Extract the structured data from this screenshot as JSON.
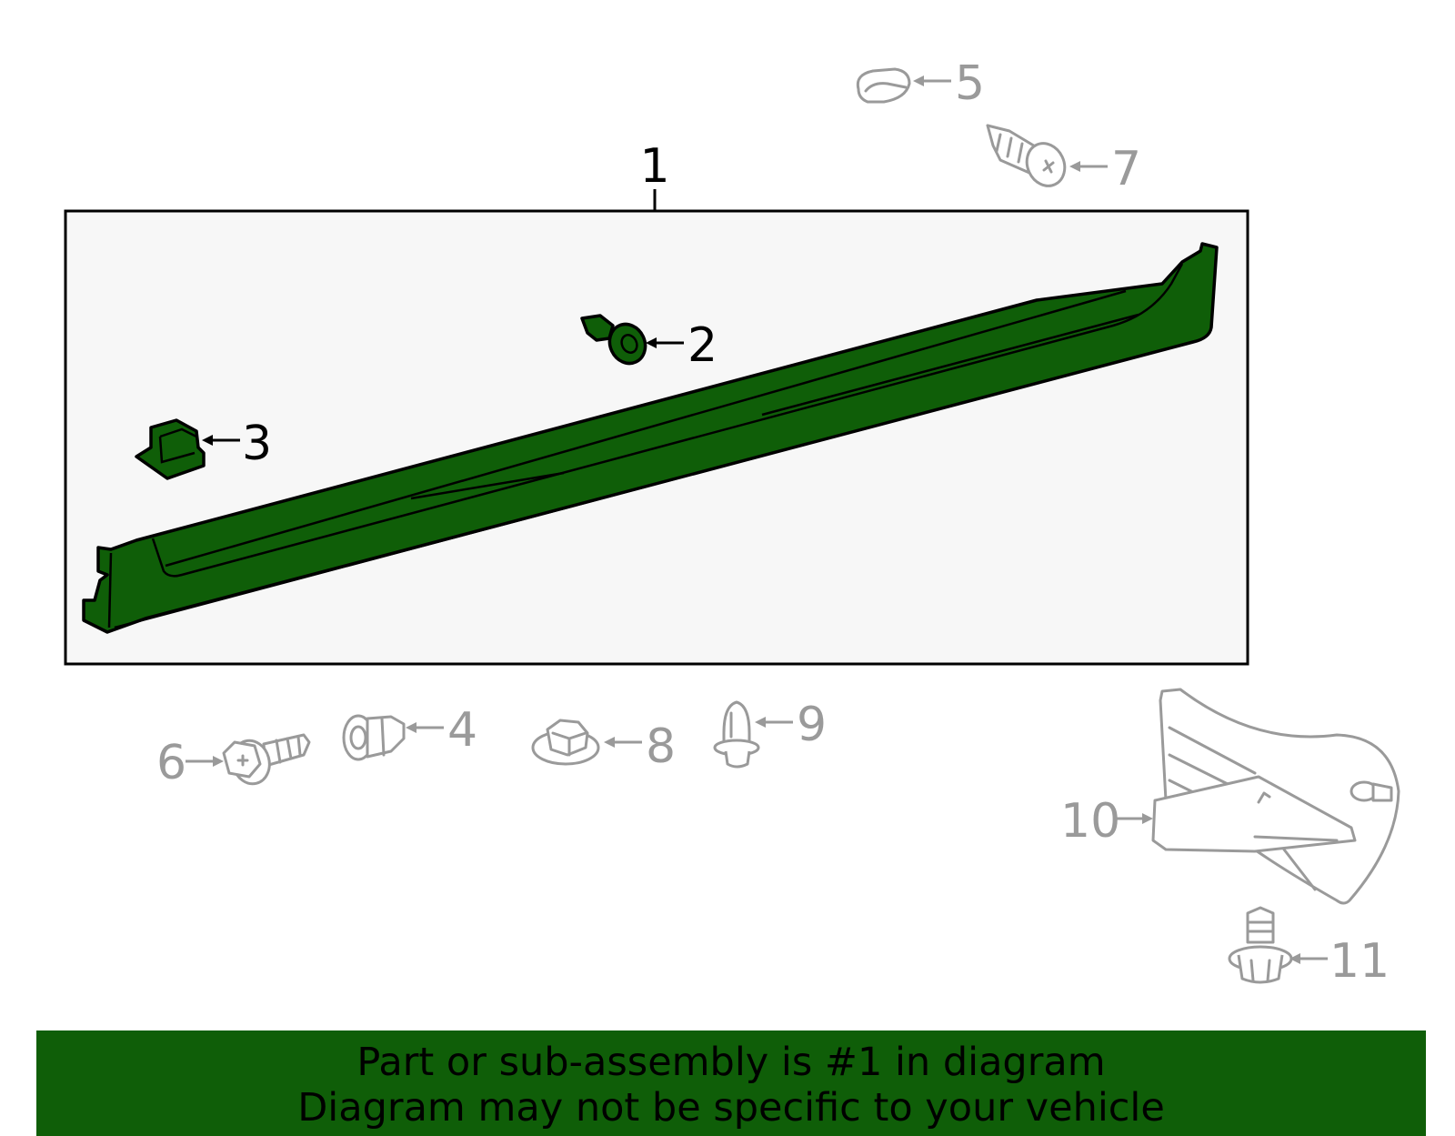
{
  "callouts": [
    {
      "id": "1",
      "label": "1"
    },
    {
      "id": "2",
      "label": "2"
    },
    {
      "id": "3",
      "label": "3"
    },
    {
      "id": "4",
      "label": "4"
    },
    {
      "id": "5",
      "label": "5"
    },
    {
      "id": "6",
      "label": "6"
    },
    {
      "id": "7",
      "label": "7"
    },
    {
      "id": "8",
      "label": "8"
    },
    {
      "id": "9",
      "label": "9"
    },
    {
      "id": "10",
      "label": "10"
    },
    {
      "id": "11",
      "label": "11"
    }
  ],
  "colors": {
    "highlight": "#0f5e08",
    "part_outline": "#9a9a9a",
    "panel_bg": "#f7f7f7"
  },
  "banner": {
    "line1": "Part or sub-assembly is #1 in diagram",
    "line2": "Diagram may not be specific to your vehicle"
  }
}
